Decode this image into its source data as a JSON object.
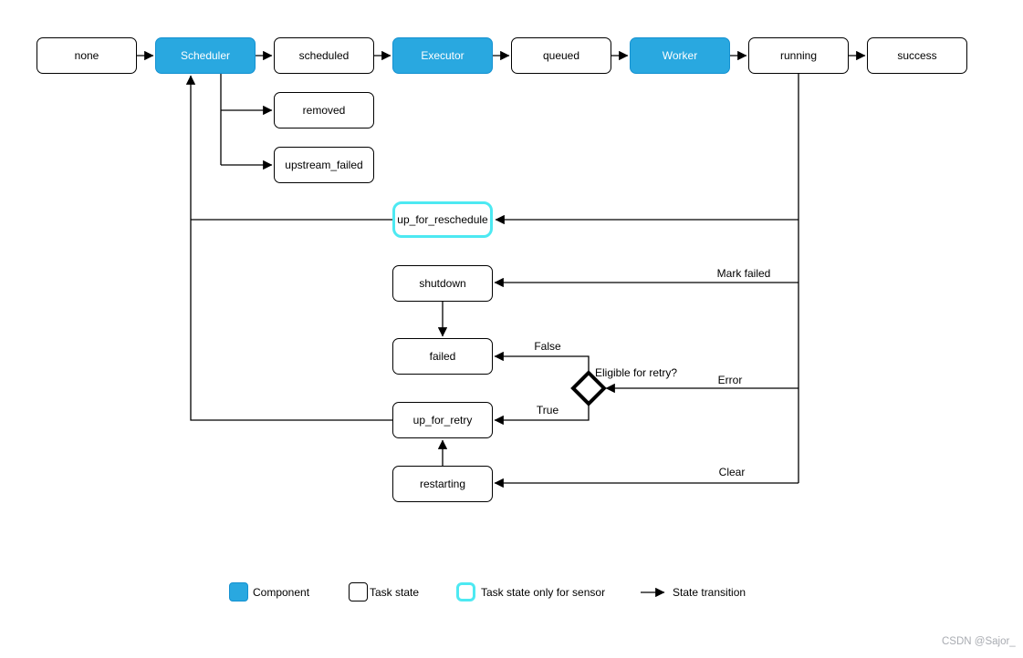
{
  "diagram": {
    "nodes": {
      "none": "none",
      "scheduler": "Scheduler",
      "scheduled": "scheduled",
      "executor": "Executor",
      "queued": "queued",
      "worker": "Worker",
      "running": "running",
      "success": "success",
      "removed": "removed",
      "upstream_failed": "upstream_failed",
      "up_for_reschedule": "up_for_reschedule",
      "shutdown": "shutdown",
      "failed": "failed",
      "up_for_retry": "up_for_retry",
      "restarting": "restarting"
    },
    "edge_labels": {
      "mark_failed": "Mark failed",
      "error": "Error",
      "clear": "Clear",
      "false_branch": "False",
      "true_branch": "True",
      "eligible": "Eligible for retry?"
    },
    "legend": {
      "component": "Component",
      "task_state": "Task state",
      "sensor": "Task state only for sensor",
      "transition": "State transition"
    },
    "colors": {
      "component_fill": "#29A8E0",
      "component_border": "#1491D1",
      "sensor_border": "#4DE9F2",
      "line": "#000000"
    },
    "watermark": "CSDN @Sajor_"
  }
}
